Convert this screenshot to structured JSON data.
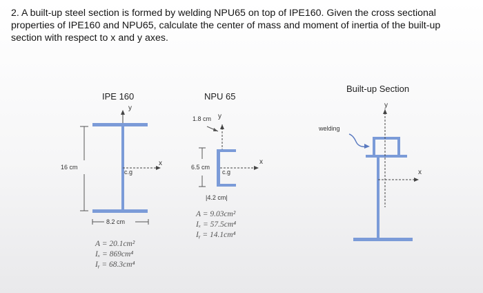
{
  "problem": {
    "text": "2. A built-up steel section is formed by welding NPU65 on top of IPE160. Given the cross sectional properties of IPE160 and NPU65, calculate the center of mass and moment of inertia of the built-up section with respect to x and y axes."
  },
  "ipe": {
    "title": "IPE 160",
    "y_axis": "y",
    "x_axis": "x",
    "cg": "c.g",
    "height_dim": "16 cm",
    "width_dim": "8.2 cm",
    "props": [
      "A = 20.1cm²",
      "Iₓ = 869cm⁴",
      "Iᵧ = 68.3cm⁴"
    ]
  },
  "npu": {
    "title": "NPU 65",
    "y_axis": "y",
    "x_axis": "x",
    "cg": "c.g",
    "top_dim": "1.8 cm",
    "height_dim": "6.5 cm",
    "width_dim": "|4.2 cm|",
    "props": [
      "A = 9.03cm²",
      "Iₓ = 57.5cm⁴",
      "Iᵧ = 14.1cm⁴"
    ]
  },
  "builtup": {
    "title": "Built-up Section",
    "y_axis": "y",
    "x_axis": "x",
    "weld_label": "welding"
  },
  "colors": {
    "steel": "#7b9bd8",
    "dim_line": "#555555",
    "axis": "#444444"
  }
}
